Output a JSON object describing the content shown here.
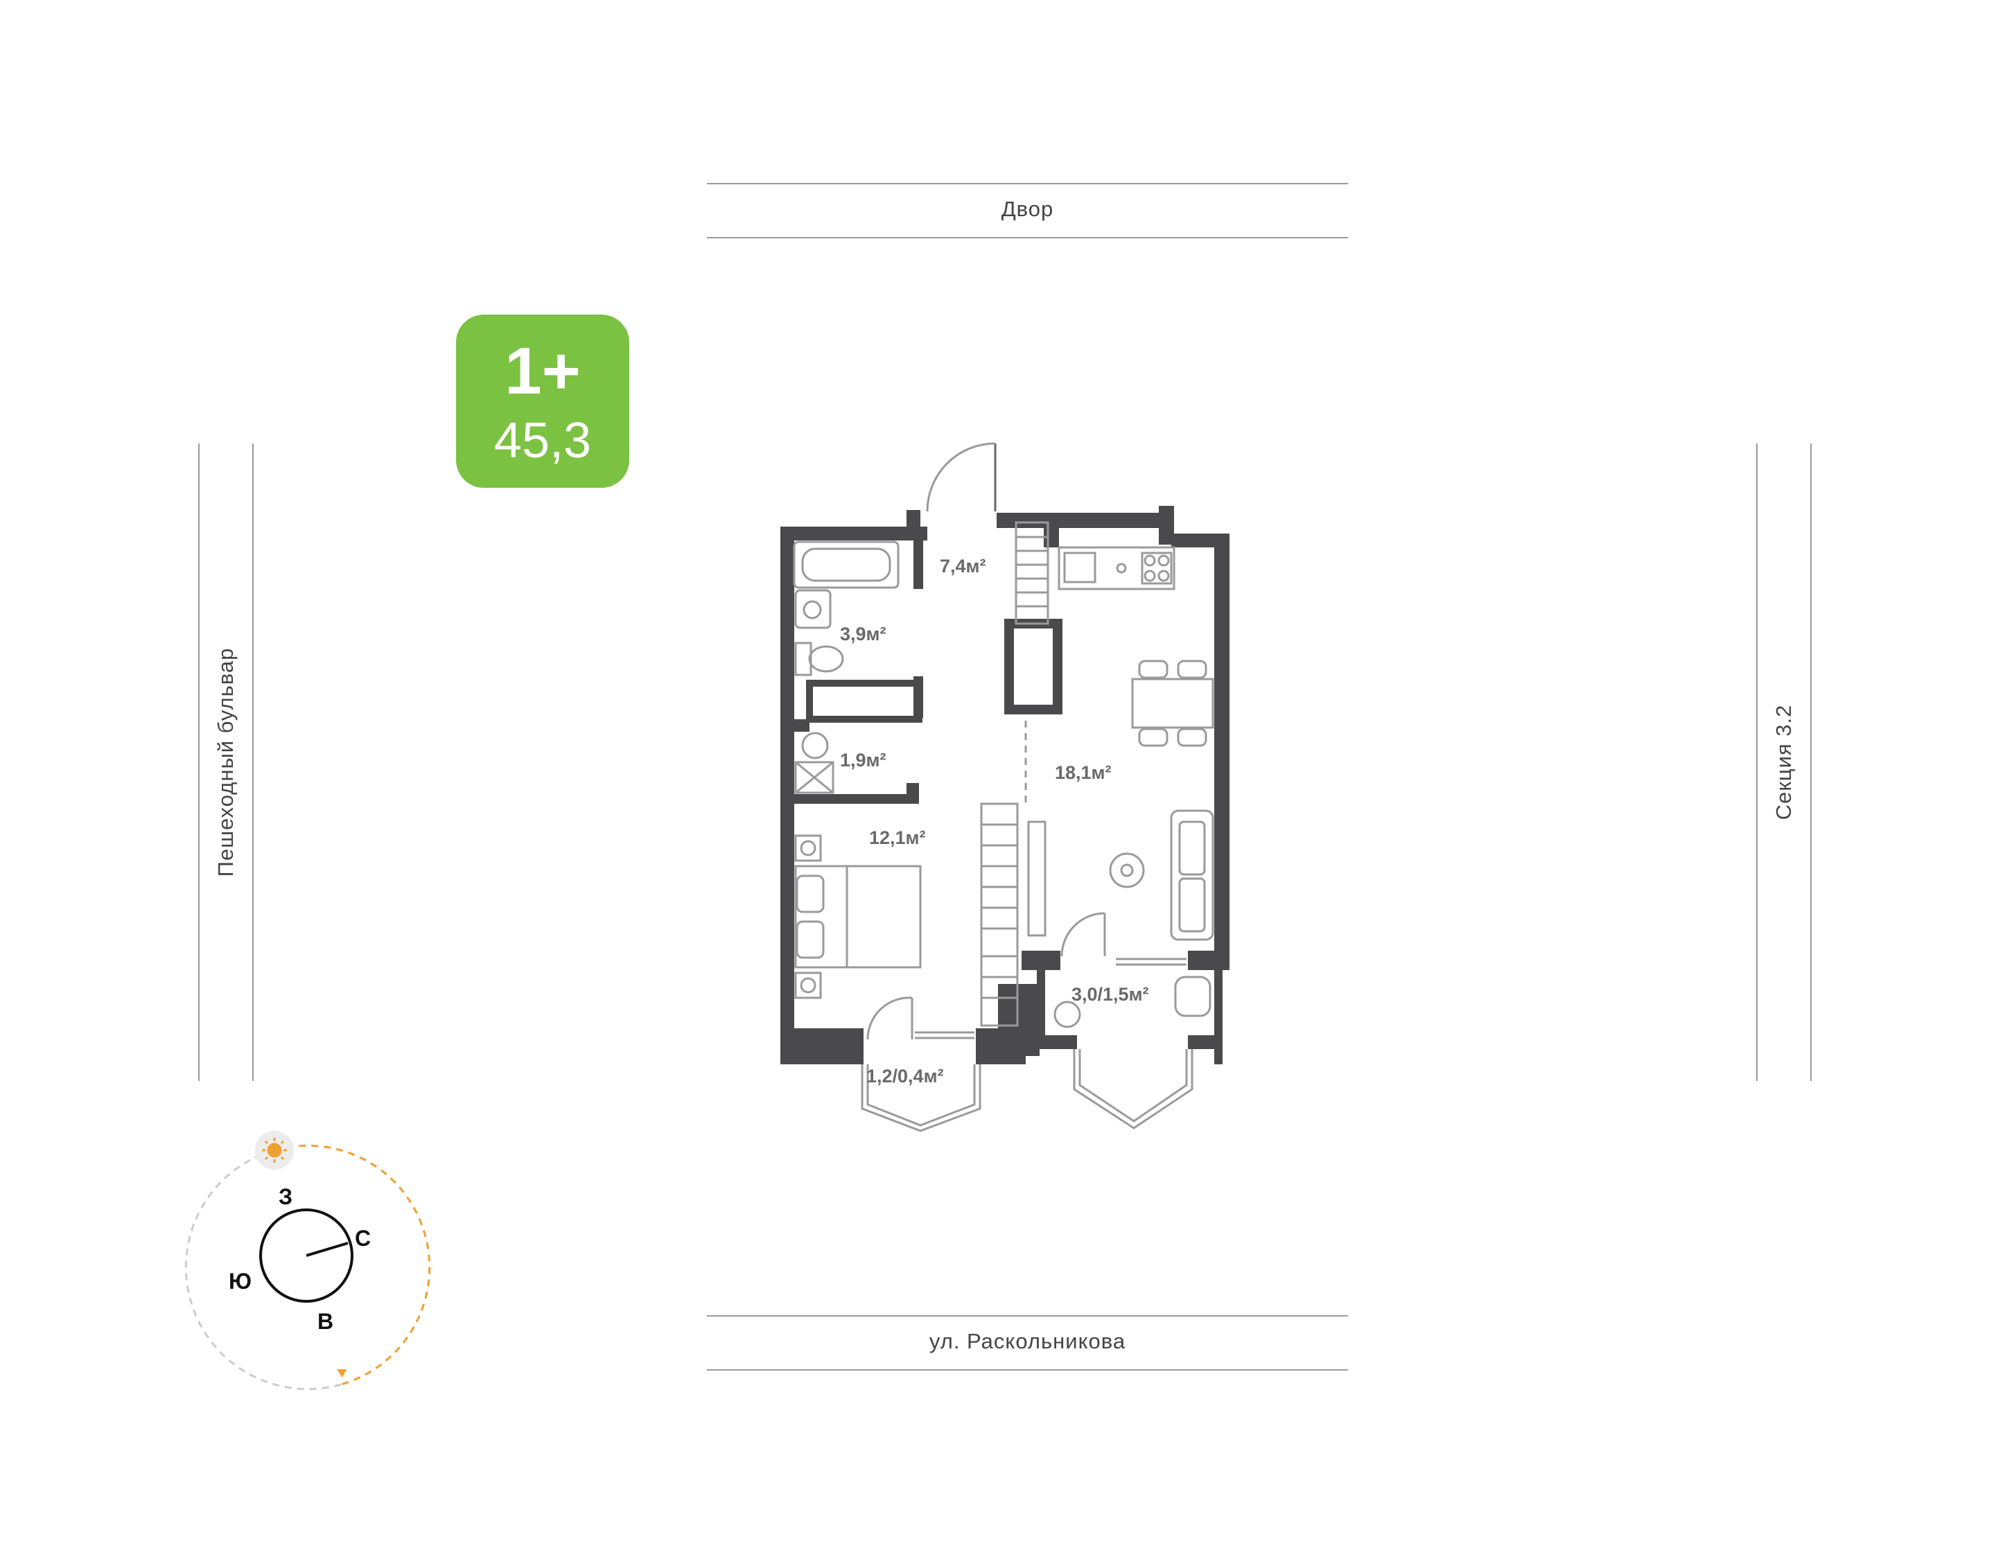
{
  "streets": {
    "top": "Двор",
    "bottom": "ул. Раскольникова",
    "left": "Пешеходный бульвар",
    "right": "Секция 3.2"
  },
  "badge": {
    "rooms": "1+",
    "area": "45,3"
  },
  "rooms": {
    "hall": "7,4м²",
    "bathroom": "3,9м²",
    "laundry": "1,9м²",
    "bedroom": "12,1м²",
    "kitchen_living": "18,1м²",
    "loggia_right": "3,0/1,5м²",
    "balcony_left": "1,2/0,4м²"
  },
  "compass": {
    "west": "З",
    "north": "С",
    "south": "Ю",
    "east": "В",
    "sun_icon": "sun-icon"
  },
  "colors": {
    "badge": "#7cc242",
    "walls": "#4a4a4c",
    "sun_path": "#f0a030",
    "furniture": "#9a9a9a"
  }
}
